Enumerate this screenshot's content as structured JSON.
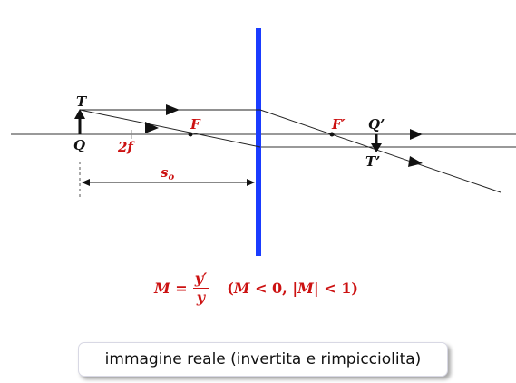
{
  "labels": {
    "top_object": "T",
    "base_object": "Q",
    "focus_left": "F",
    "two_f": "2f",
    "focus_right": "F′",
    "base_image": "Q’",
    "top_image": "T’",
    "object_distance": "s",
    "object_distance_sub": "o"
  },
  "formula": {
    "lhs": "M =",
    "numerator": "y′",
    "denominator": "y",
    "condition_open": "(",
    "condition_m1": "M",
    "condition_lt0": " < 0, |",
    "condition_m2": "M",
    "condition_lt1": "| < 1)"
  },
  "caption": "immagine reale (invertita e rimpicciolita)",
  "colors": {
    "lens": "#1a3cff",
    "accent": "#cc1111",
    "lines": "#222222"
  },
  "icons": [
    "arrow-up-icon",
    "arrow-down-icon",
    "ray-arrow-icon"
  ]
}
